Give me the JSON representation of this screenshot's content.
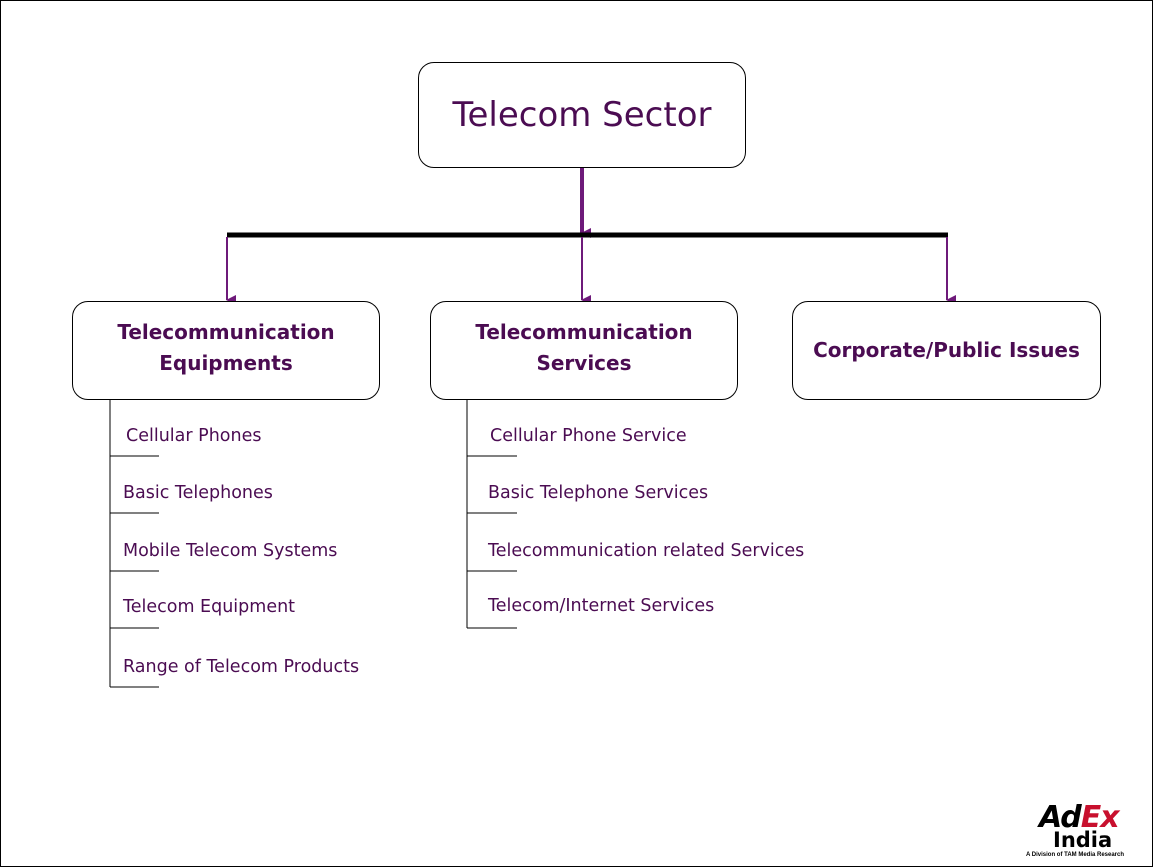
{
  "root": {
    "label": "Telecom Sector"
  },
  "categories": [
    {
      "line1": "Telecommunication",
      "line2": "Equipments"
    },
    {
      "line1": "Telecommunication",
      "line2": "Services"
    },
    {
      "line1": "Corporate/Public Issues"
    }
  ],
  "equipment_items": [
    "Cellular Phones",
    "Basic Telephones",
    "Mobile Telecom Systems",
    "Telecom Equipment",
    "Range of Telecom Products"
  ],
  "service_items": [
    "Cellular Phone Service",
    "Basic Telephone Services",
    "Telecommunication related Services",
    "Telecom/Internet Services"
  ],
  "logo": {
    "main_prefix": "Ad",
    "main_accent": "Ex",
    "sub": "India",
    "tagline": "A Division of TAM Media Research"
  },
  "colors": {
    "text": "#4b0c52",
    "arrow": "#6e1a7a",
    "border": "#000000",
    "logo_accent": "#c8102e"
  }
}
